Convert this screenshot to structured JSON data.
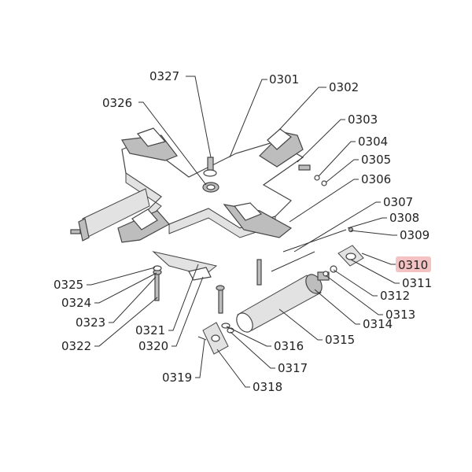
{
  "diagram": {
    "highlight": "0310",
    "highlight_color": "#f4c2c2",
    "callouts": [
      {
        "id": "c0301",
        "label": "0301"
      },
      {
        "id": "c0302",
        "label": "0302"
      },
      {
        "id": "c0303",
        "label": "0303"
      },
      {
        "id": "c0304",
        "label": "0304"
      },
      {
        "id": "c0305",
        "label": "0305"
      },
      {
        "id": "c0306",
        "label": "0306"
      },
      {
        "id": "c0307",
        "label": "0307"
      },
      {
        "id": "c0308",
        "label": "0308"
      },
      {
        "id": "c0309",
        "label": "0309"
      },
      {
        "id": "c0310",
        "label": "0310"
      },
      {
        "id": "c0311",
        "label": "0311"
      },
      {
        "id": "c0312",
        "label": "0312"
      },
      {
        "id": "c0313",
        "label": "0313"
      },
      {
        "id": "c0314",
        "label": "0314"
      },
      {
        "id": "c0315",
        "label": "0315"
      },
      {
        "id": "c0316",
        "label": "0316"
      },
      {
        "id": "c0317",
        "label": "0317"
      },
      {
        "id": "c0318",
        "label": "0318"
      },
      {
        "id": "c0319",
        "label": "0319"
      },
      {
        "id": "c0320",
        "label": "0320"
      },
      {
        "id": "c0321",
        "label": "0321"
      },
      {
        "id": "c0322",
        "label": "0322"
      },
      {
        "id": "c0323",
        "label": "0323"
      },
      {
        "id": "c0324",
        "label": "0324"
      },
      {
        "id": "c0325",
        "label": "0325"
      },
      {
        "id": "c0326",
        "label": "0326"
      },
      {
        "id": "c0327",
        "label": "0327"
      }
    ]
  }
}
